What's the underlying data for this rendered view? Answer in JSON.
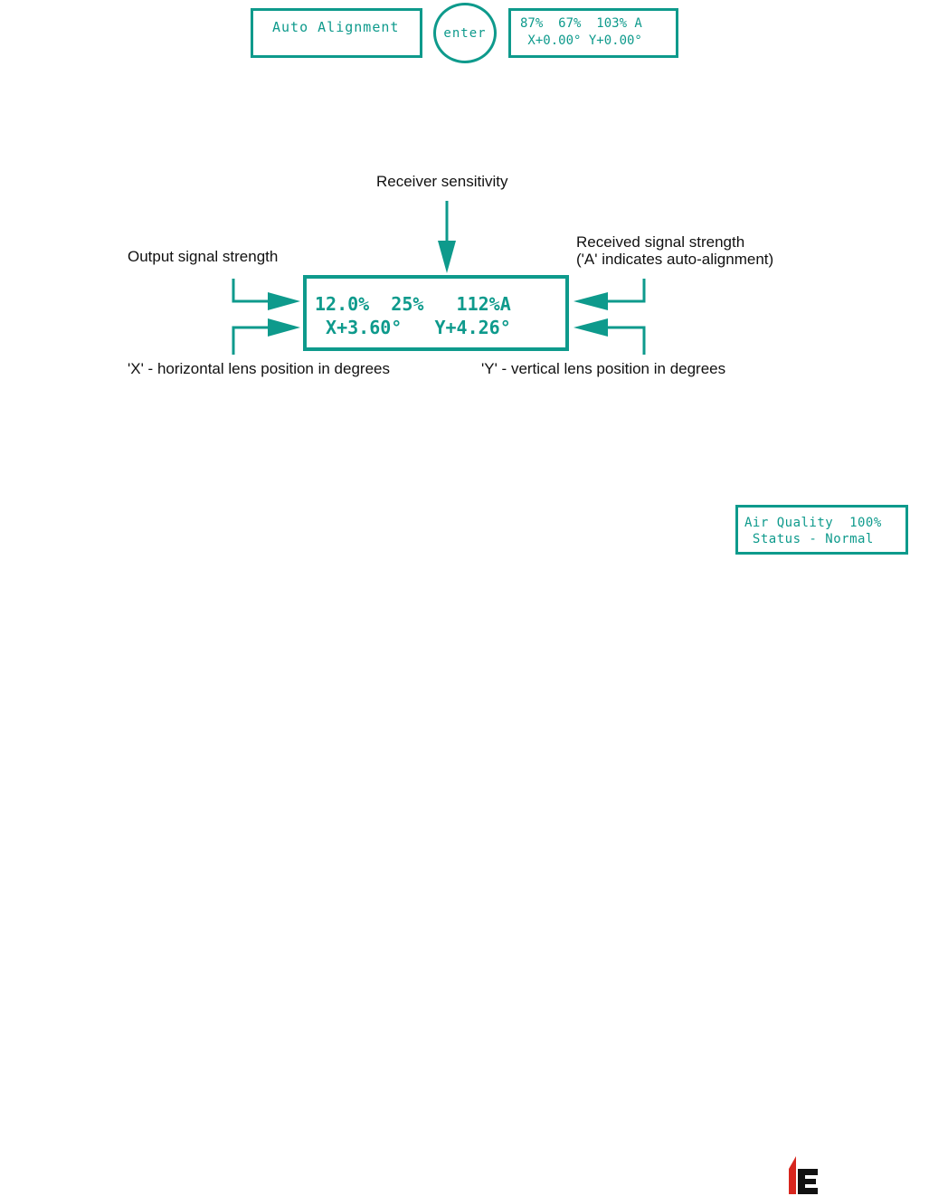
{
  "colors": {
    "accent": "#0e9a8c",
    "logo_red": "#d7261e",
    "logo_black": "#111111"
  },
  "menu_screen": {
    "text": "Auto Alignment"
  },
  "enter_button": {
    "label": "enter"
  },
  "result_screen": {
    "line1": "87%  67%  103% A",
    "line2": " X+0.00° Y+0.00°"
  },
  "main_display": {
    "line1": "12.0%  25%   112%A",
    "line2": " X+3.60°   Y+4.26°"
  },
  "annotations": {
    "receiver_sensitivity": "Receiver sensitivity",
    "output_signal": "Output signal strength",
    "received_signal_1": "Received signal strength",
    "received_signal_2": "('A' indicates auto-alignment)",
    "x_position": "'X' - horizontal lens position in degrees",
    "y_position": "'Y' - vertical lens position in degrees"
  },
  "air_quality_screen": {
    "line1": "Air Quality  100%",
    "line2": " Status - Normal"
  },
  "logo": {
    "icon": "fire-brand-logo-icon"
  }
}
